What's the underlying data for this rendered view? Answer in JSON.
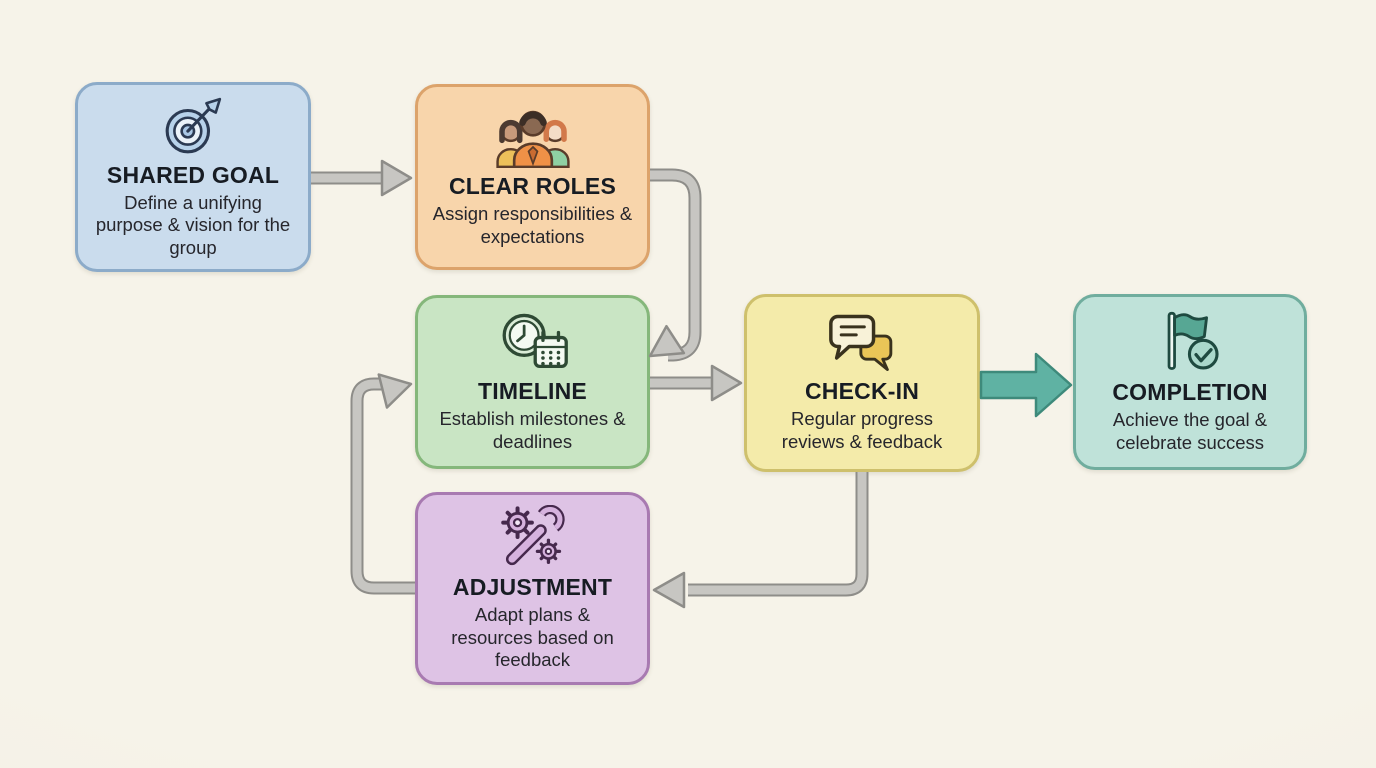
{
  "diagram": {
    "background": "#f4f1e6",
    "nodes": [
      {
        "id": "shared-goal",
        "title": "SHARED GOAL",
        "description": "Define a unifying purpose & vision for the group",
        "icon": "target-icon",
        "fill": "#cadced",
        "border": "#8cabc9"
      },
      {
        "id": "clear-roles",
        "title": "CLEAR ROLES",
        "description": "Assign responsibilities & expectations",
        "icon": "team-icon",
        "fill": "#f8d5ab",
        "border": "#dca36b"
      },
      {
        "id": "timeline",
        "title": "TIMELINE",
        "description": "Establish milestones & deadlines",
        "icon": "clock-calendar-icon",
        "fill": "#c9e5c4",
        "border": "#85b77b"
      },
      {
        "id": "check-in",
        "title": "CHECK-IN",
        "description": "Regular progress reviews & feedback",
        "icon": "chat-bubbles-icon",
        "fill": "#f4ebaa",
        "border": "#cec06c"
      },
      {
        "id": "completion",
        "title": "COMPLETION",
        "description": "Achieve the goal & celebrate success",
        "icon": "flag-check-icon",
        "fill": "#bfe2d9",
        "border": "#70ad9e"
      },
      {
        "id": "adjustment",
        "title": "ADJUSTMENT",
        "description": "Adapt plans & resources based on feedback",
        "icon": "wrench-gear-icon",
        "fill": "#dec3e5",
        "border": "#a87ab1"
      }
    ],
    "edges": [
      {
        "from": "shared-goal",
        "to": "clear-roles",
        "style": "gray"
      },
      {
        "from": "clear-roles",
        "to": "timeline",
        "style": "gray"
      },
      {
        "from": "timeline",
        "to": "check-in",
        "style": "gray"
      },
      {
        "from": "check-in",
        "to": "completion",
        "style": "teal"
      },
      {
        "from": "check-in",
        "to": "adjustment",
        "style": "gray"
      },
      {
        "from": "adjustment",
        "to": "timeline",
        "style": "gray"
      }
    ],
    "palette": {
      "arrow_fill": "#c7c6c2",
      "arrow_stroke": "#8e8d89",
      "accent_arrow_fill": "#5fb2a3",
      "accent_arrow_stroke": "#3e8a7b",
      "title_color": "#171c23",
      "body_color": "#26262c"
    }
  }
}
